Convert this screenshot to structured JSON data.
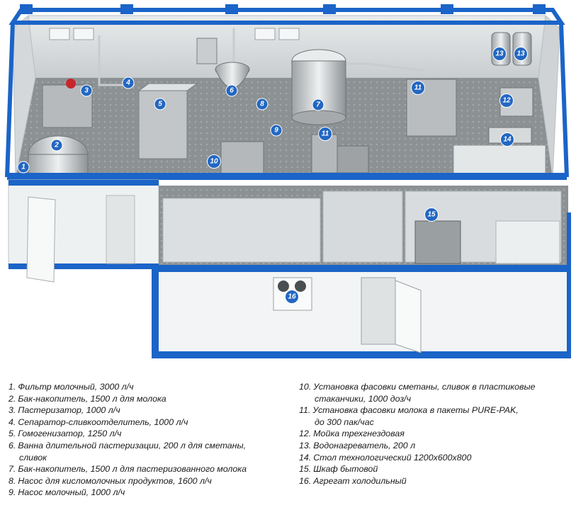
{
  "colors": {
    "frame": "#1b64c8",
    "floor": "#8f9497",
    "wall": "#dfe3e5",
    "marker": "#2367c2"
  },
  "markers": [
    "1",
    "2",
    "3",
    "4",
    "5",
    "6",
    "7",
    "8",
    "9",
    "10",
    "11",
    "11",
    "12",
    "13",
    "13",
    "14",
    "15",
    "16"
  ],
  "legend": {
    "left": [
      {
        "num": "1.",
        "text": "Фильтр молочный, 3000 л/ч"
      },
      {
        "num": "2.",
        "text": "Бак-накопитель, 1500 л для молока"
      },
      {
        "num": "3.",
        "text": "Пастеризатор, 1000 л/ч"
      },
      {
        "num": "4.",
        "text": "Сепаратор-сливкоотделитель, 1000 л/ч"
      },
      {
        "num": "5.",
        "text": "Гомогенизатор, 1250 л/ч"
      },
      {
        "num": "6.",
        "text": "Ванна длительной пастеризации, 200 л для сметаны,"
      },
      {
        "num": "",
        "text": "сливок"
      },
      {
        "num": "7.",
        "text": "Бак-накопитель, 1500 л для пастеризованного молока"
      },
      {
        "num": "8.",
        "text": "Насос для кисломолочных продуктов, 1600 л/ч"
      },
      {
        "num": "9.",
        "text": "Насос молочный, 1000 л/ч"
      }
    ],
    "right": [
      {
        "num": "10.",
        "text": "Установка фасовки сметаны, сливок в пластиковые"
      },
      {
        "num": "",
        "text": "стаканчики, 1000 доз/ч"
      },
      {
        "num": "11.",
        "text": "Установка фасовки молока в пакеты PURE-PAK,"
      },
      {
        "num": "",
        "text": "до 300 пак/час"
      },
      {
        "num": "12.",
        "text": "Мойка трехгнездовая"
      },
      {
        "num": "13.",
        "text": "Водонагреватель, 200 л"
      },
      {
        "num": "14.",
        "text": "Стол технологический 1200х600х800"
      },
      {
        "num": "15.",
        "text": "Шкаф бытовой"
      },
      {
        "num": "16.",
        "text": "Агрегат холодильный"
      }
    ]
  }
}
